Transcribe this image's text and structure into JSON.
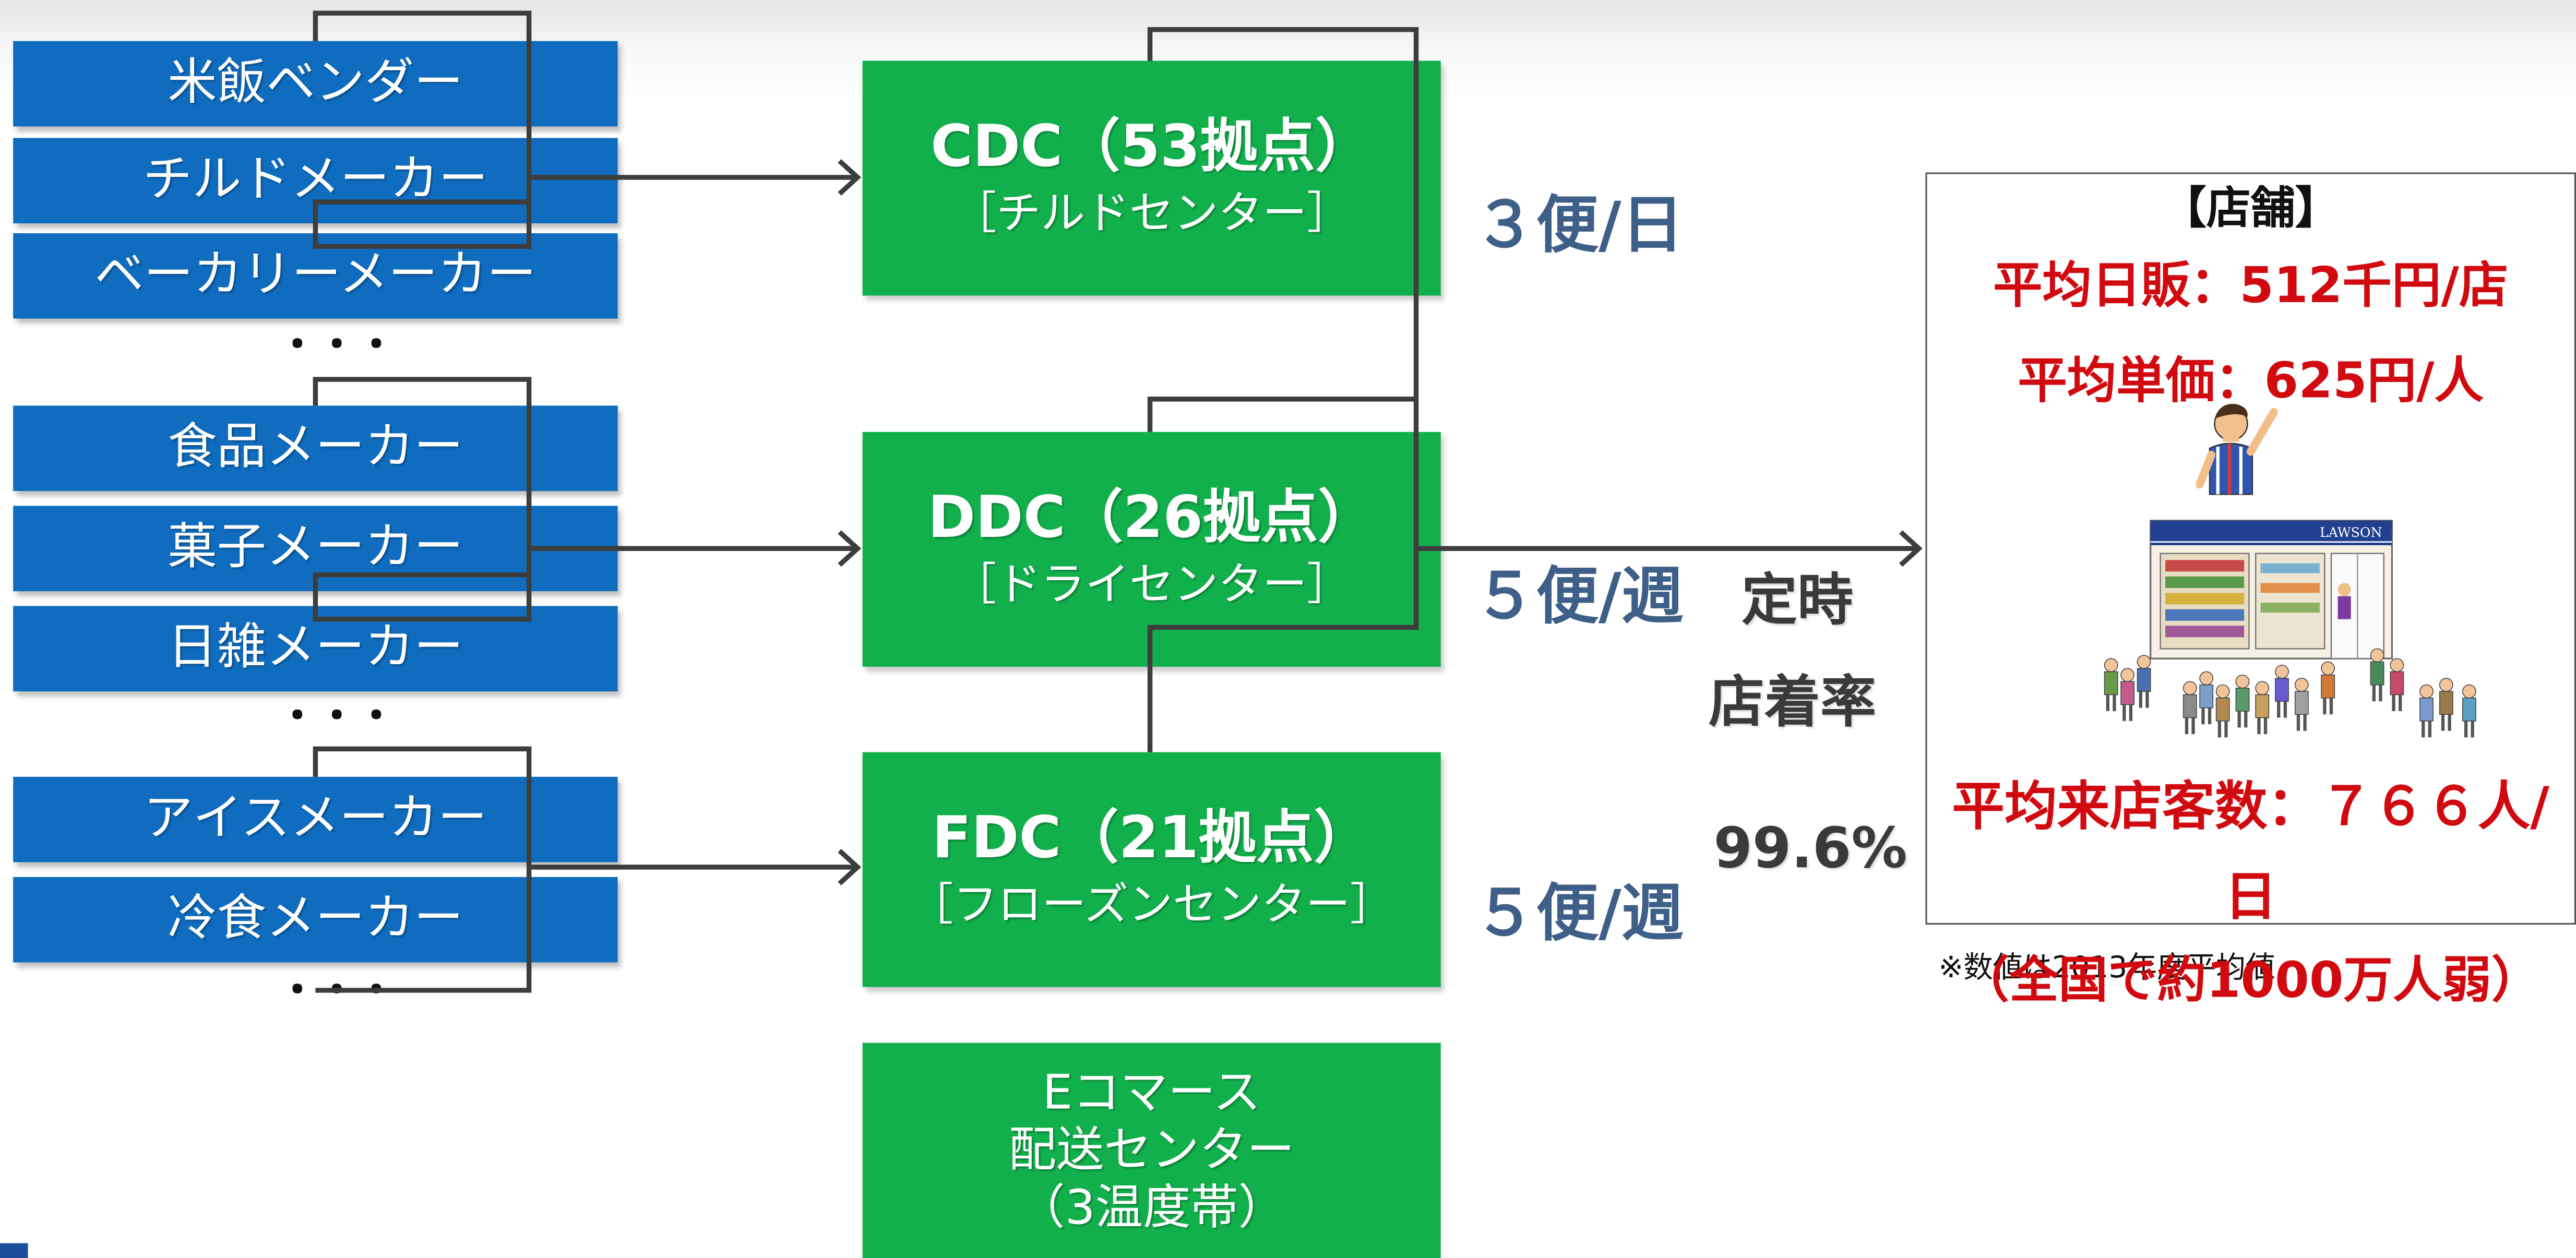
{
  "suppliers": {
    "groups": [
      {
        "items": [
          "米飯ベンダー",
          "チルドメーカー",
          "ベーカリーメーカー"
        ],
        "ellipsis": "・・・"
      },
      {
        "items": [
          "食品メーカー",
          "菓子メーカー",
          "日雑メーカー"
        ],
        "ellipsis": "・・・"
      },
      {
        "items": [
          "アイスメーカー",
          "冷食メーカー"
        ],
        "ellipsis": "・・・"
      }
    ]
  },
  "centers": {
    "cdc": {
      "title": "CDC（53拠点）",
      "subtitle": "［チルドセンター］"
    },
    "ddc": {
      "title": "DDC（26拠点）",
      "subtitle": "［ドライセンター］"
    },
    "fdc": {
      "title": "FDC（21拠点）",
      "subtitle": "［フローズンセンター］"
    },
    "ecommerce": {
      "lines": [
        "Eコマース",
        "配送センター",
        "（3温度帯）"
      ]
    }
  },
  "delivery_frequency": {
    "cdc": "３便/日",
    "ddc": "５便/週",
    "fdc": "５便/週"
  },
  "on_time_rate": {
    "label_lines": [
      "定時",
      "店着率"
    ],
    "value": "99.6%"
  },
  "store": {
    "heading": "【店舗】",
    "avg_daily_sales": "平均日販：512千円/店",
    "avg_unit_price": "平均単価：625円/人",
    "avg_customers_lines": [
      "平均来店客数：７６６人/",
      "日"
    ],
    "national_total": "（全国で約1000万人弱）",
    "illustration_sign": "LAWSON"
  },
  "footnote": "※数値は2013年度平均値",
  "colors": {
    "supplier_box": "#0f6cbf",
    "center_box": "#12b04c",
    "frequency_text": "#3e5f87",
    "store_red": "#d10a10",
    "label_text": "#3a3a3a"
  }
}
